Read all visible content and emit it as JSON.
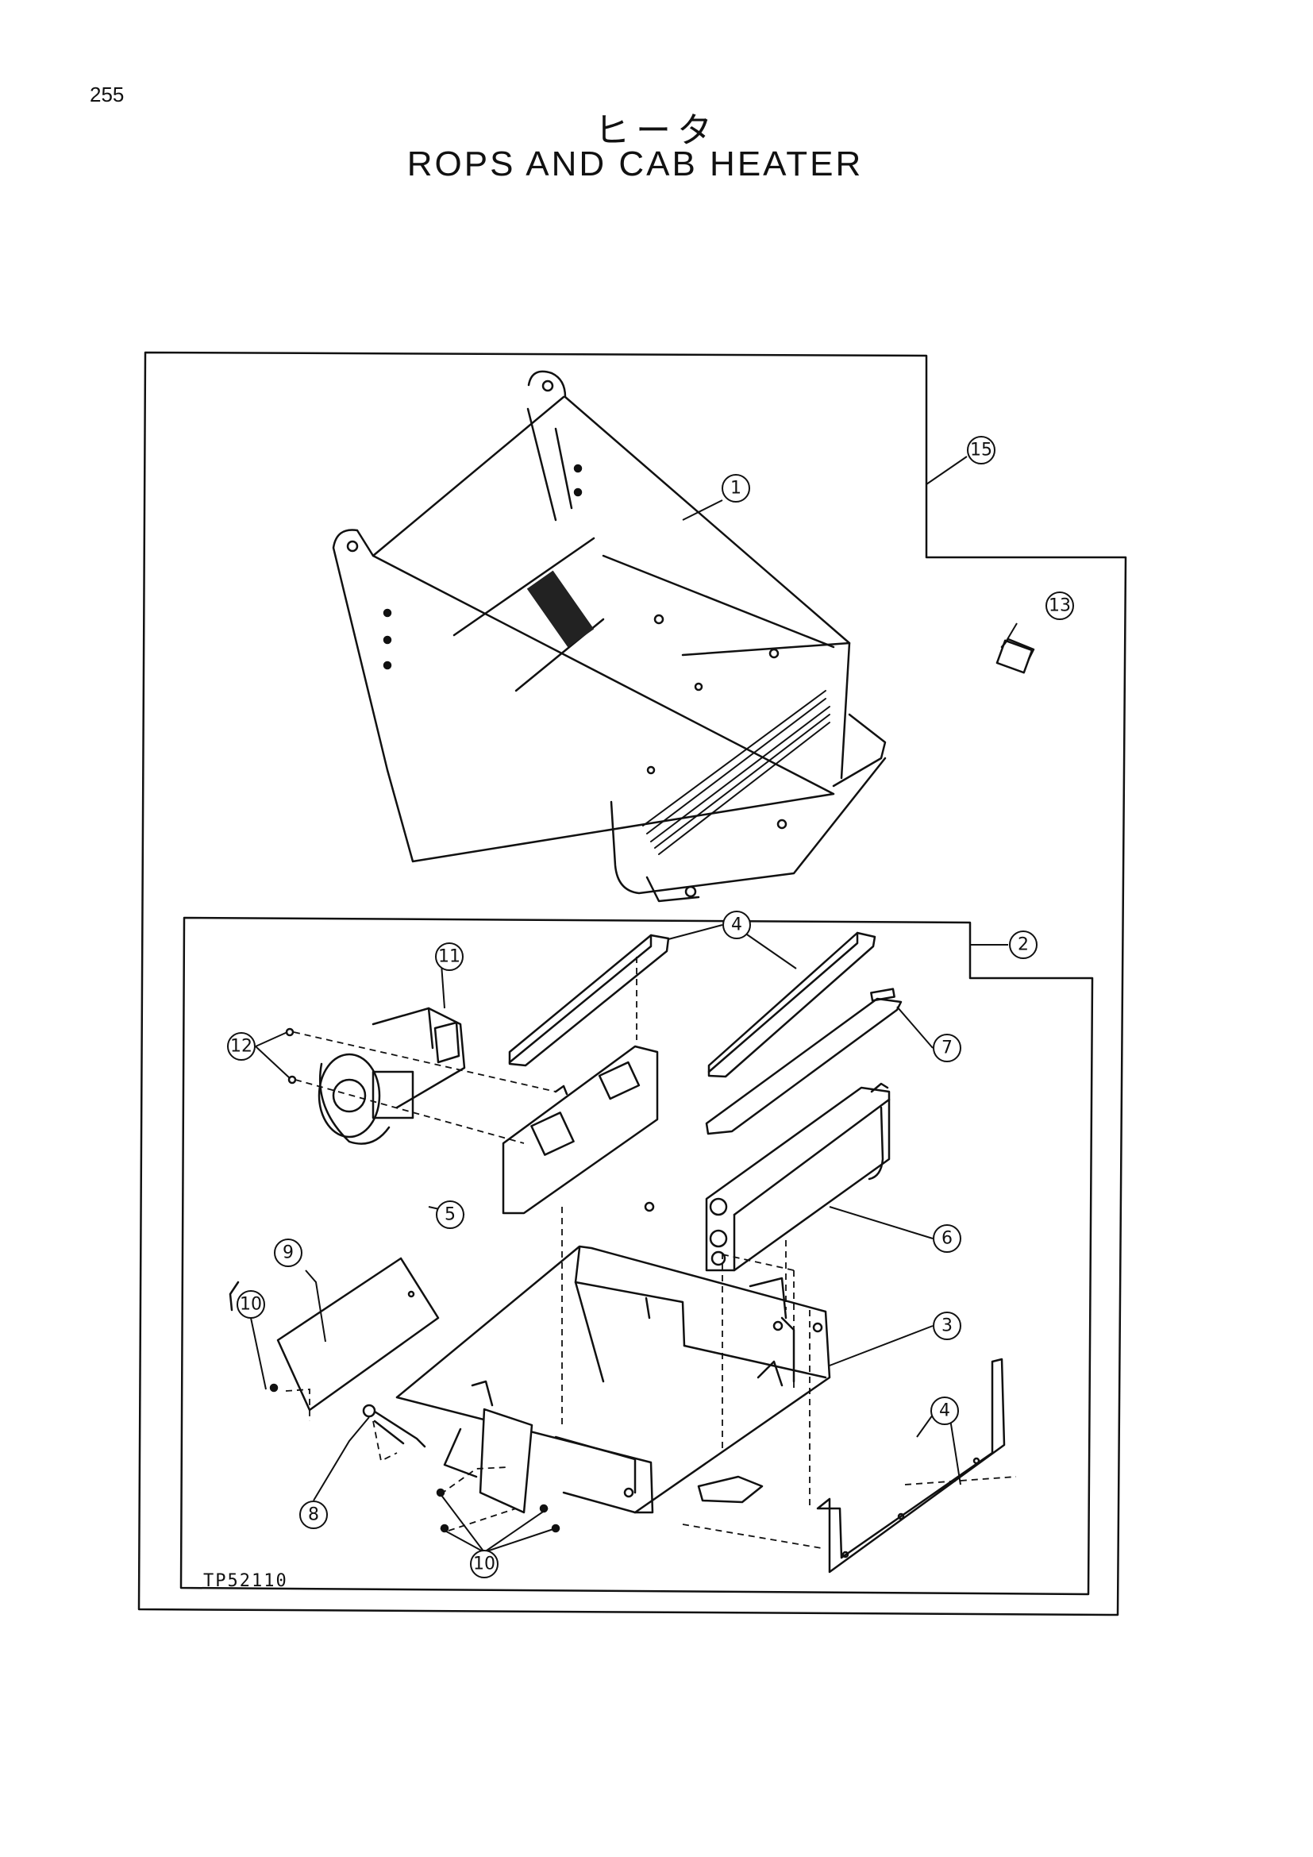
{
  "page": {
    "number": "255",
    "title_jp": "ヒータ",
    "title_en": "ROPS AND CAB HEATER"
  },
  "drawing_code": "TP52110",
  "callouts": {
    "c1": "1",
    "c2": "2",
    "c3": "3",
    "c4a": "4",
    "c4b": "4",
    "c5": "5",
    "c6": "6",
    "c7": "7",
    "c8": "8",
    "c9": "9",
    "c10a": "10",
    "c10b": "10",
    "c11": "11",
    "c12": "12",
    "c13": "13",
    "c15": "15"
  }
}
